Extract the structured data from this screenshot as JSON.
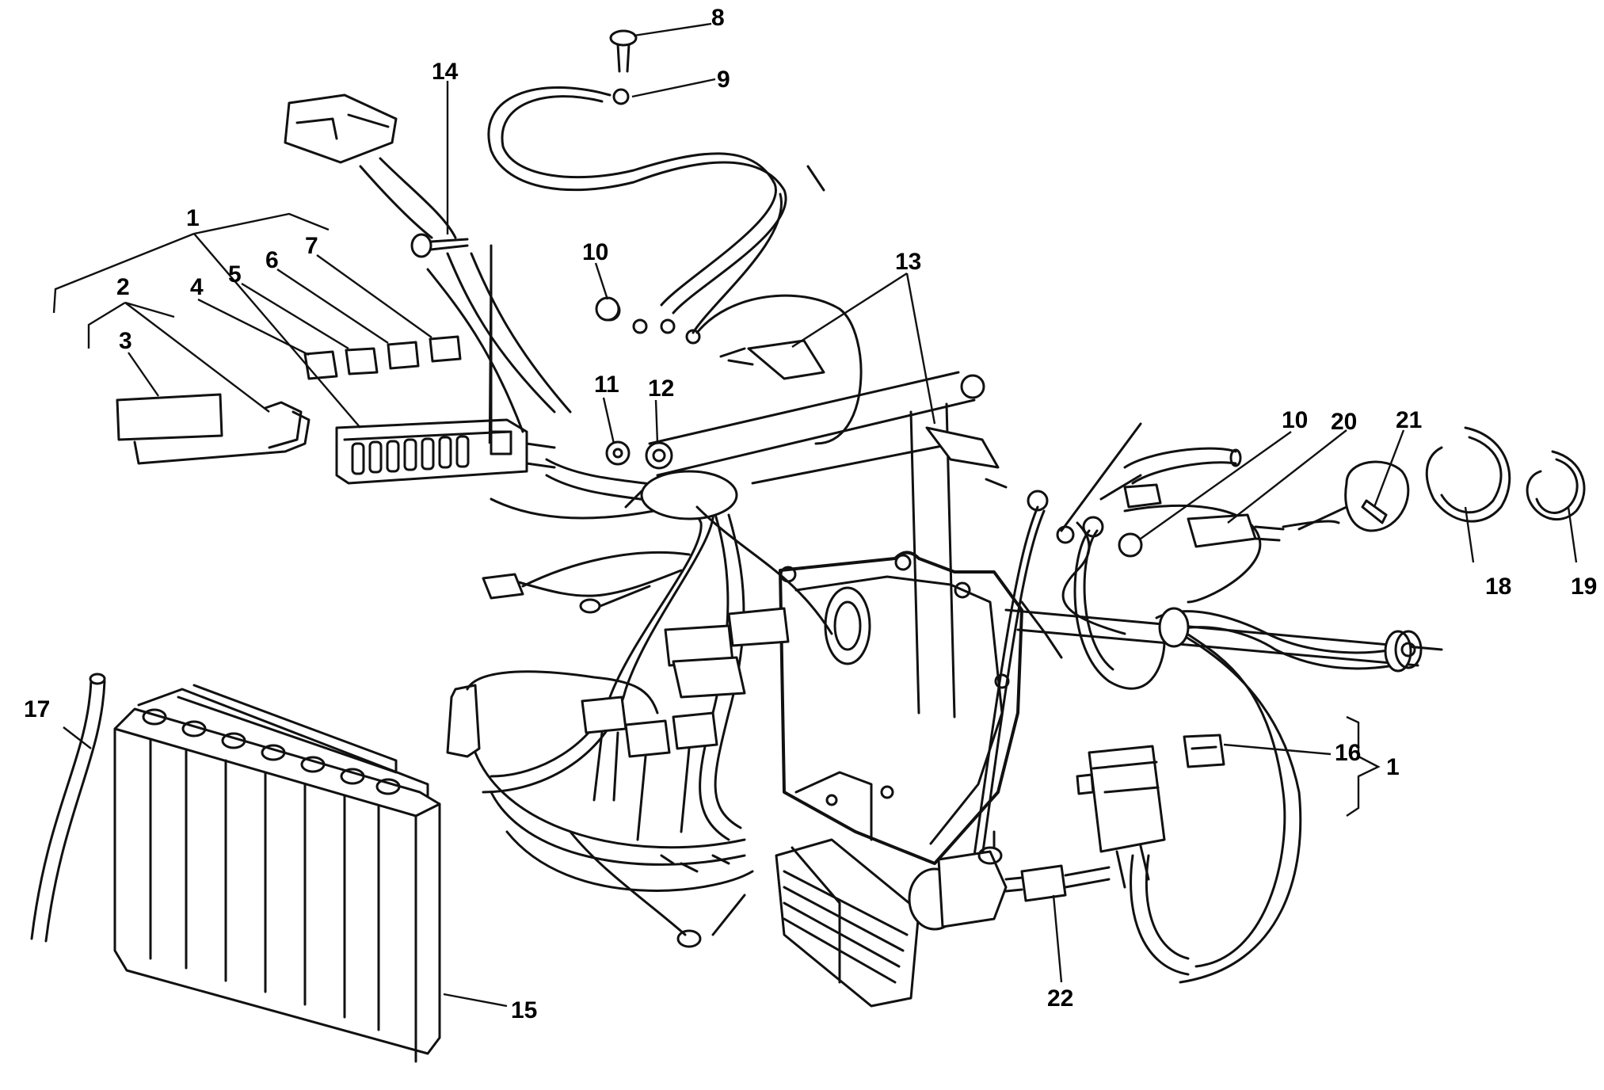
{
  "callouts": {
    "c1": "1",
    "c2": "2",
    "c3": "3",
    "c4": "4",
    "c5": "5",
    "c6": "6",
    "c7": "7",
    "c8": "8",
    "c9": "9",
    "c10a": "10",
    "c10b": "10",
    "c11": "11",
    "c12": "12",
    "c13": "13",
    "c14": "14",
    "c15": "15",
    "c16": "16",
    "c1b": "1",
    "c17": "17",
    "c18": "18",
    "c19": "19",
    "c20": "20",
    "c21": "21",
    "c22": "22"
  }
}
